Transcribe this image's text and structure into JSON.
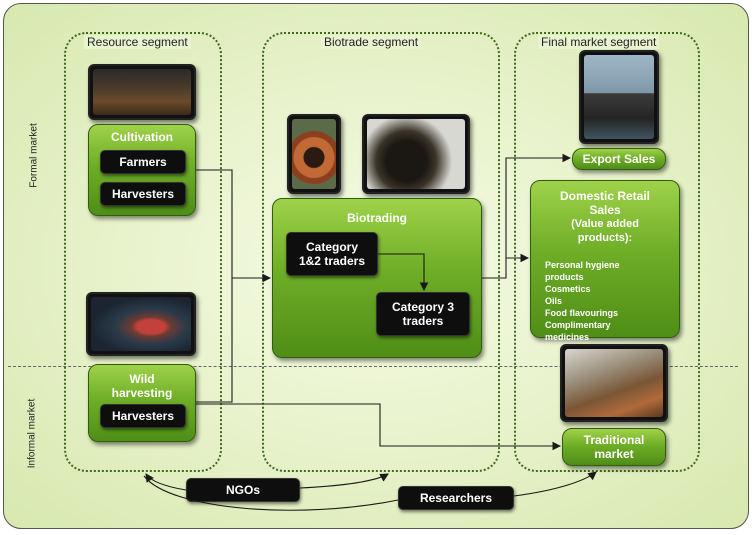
{
  "side_labels": {
    "formal": "Formal market",
    "informal": "Informal market"
  },
  "segments": {
    "resource": "Resource segment",
    "biotrade": "Biotrade segment",
    "final": "Final market segment"
  },
  "resource": {
    "cultivation": {
      "title": "Cultivation",
      "items": [
        "Farmers",
        "Harvesters"
      ]
    },
    "wild": {
      "title_line1": "Wild",
      "title_line2": "harvesting",
      "items": [
        "Harvesters"
      ]
    }
  },
  "biotrade": {
    "title": "Biotrading",
    "cat12_line1": "Category",
    "cat12_line2": "1&2 traders",
    "cat3_line1": "Category 3",
    "cat3_line2": "traders"
  },
  "final": {
    "export": "Export Sales",
    "domestic_line1": "Domestic Retail",
    "domestic_line2": "Sales",
    "domestic_line3": "(Value added",
    "domestic_line4": "products):",
    "products": [
      "Personal hygiene",
      "products",
      "Cosmetics",
      "Oils",
      "Food flavourings",
      "Complimentary",
      "medicines"
    ],
    "traditional_line1": "Traditional",
    "traditional_line2": "market"
  },
  "actors": {
    "ngos": "NGOs",
    "researchers": "Researchers"
  },
  "colors": {
    "green_dark": "#2f5d10",
    "green_light": "#9fd24a",
    "background": "#e6f1c8",
    "box_black": "#0e0e0e"
  },
  "photos": [
    "field-photo",
    "flower-photo",
    "seeds-photo",
    "port-photo",
    "plant-photo",
    "market-photo"
  ]
}
